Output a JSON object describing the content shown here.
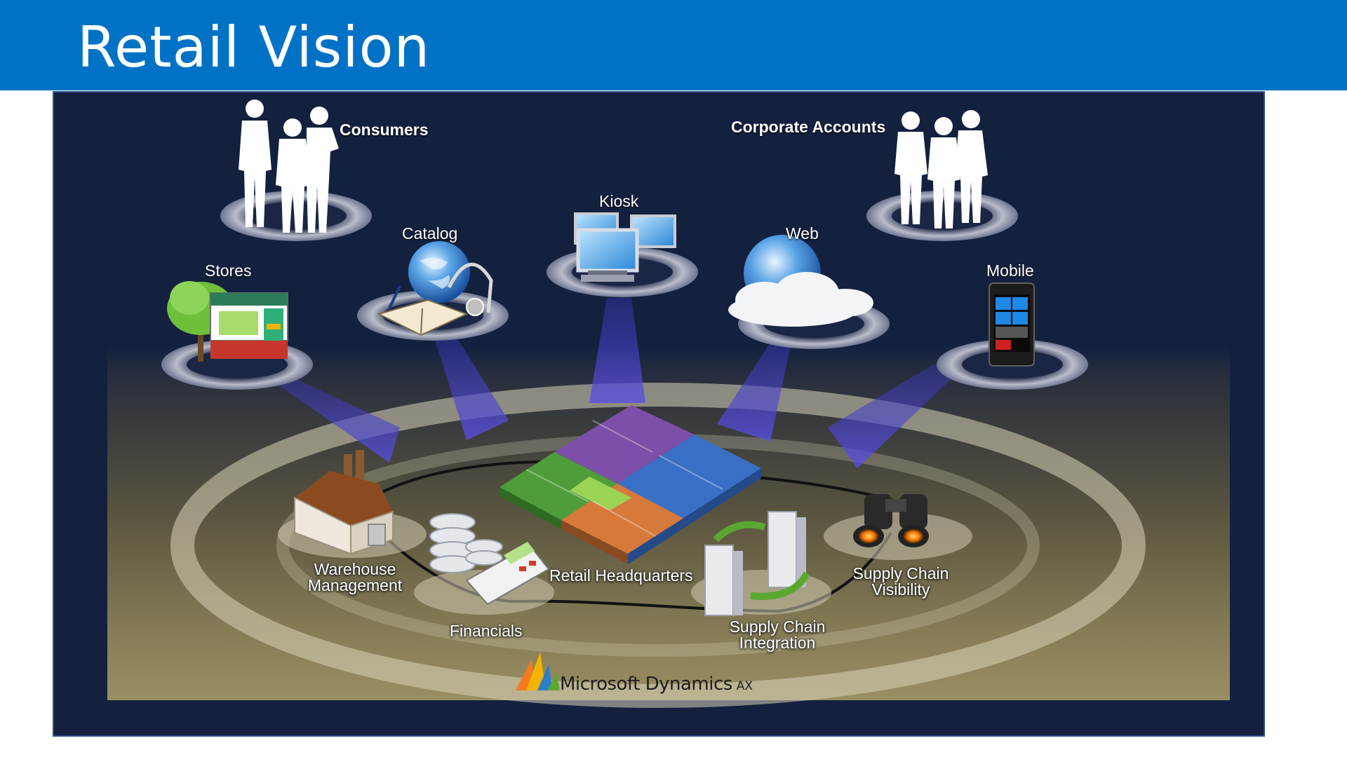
{
  "slide": {
    "title": "Retail Vision"
  },
  "channels": {
    "consumers": "Consumers",
    "corporate_accounts": "Corporate Accounts",
    "stores": "Stores",
    "catalog": "Catalog",
    "kiosk": "Kiosk",
    "web": "Web",
    "mobile": "Mobile"
  },
  "modules": {
    "warehouse_line1": "Warehouse",
    "warehouse_line2": "Management",
    "financials": "Financials",
    "headquarters": "Retail Headquarters",
    "sci_line1": "Supply Chain",
    "sci_line2": "Integration",
    "scv_line1": "Supply Chain",
    "scv_line2": "Visibility"
  },
  "brand": {
    "name": "Microsoft Dynamics",
    "suffix": "AX"
  },
  "colors": {
    "title_bar": "#0072c6",
    "panel": "#13213f",
    "beam": "#4a4bd0",
    "ring": "#d8d3b8"
  }
}
